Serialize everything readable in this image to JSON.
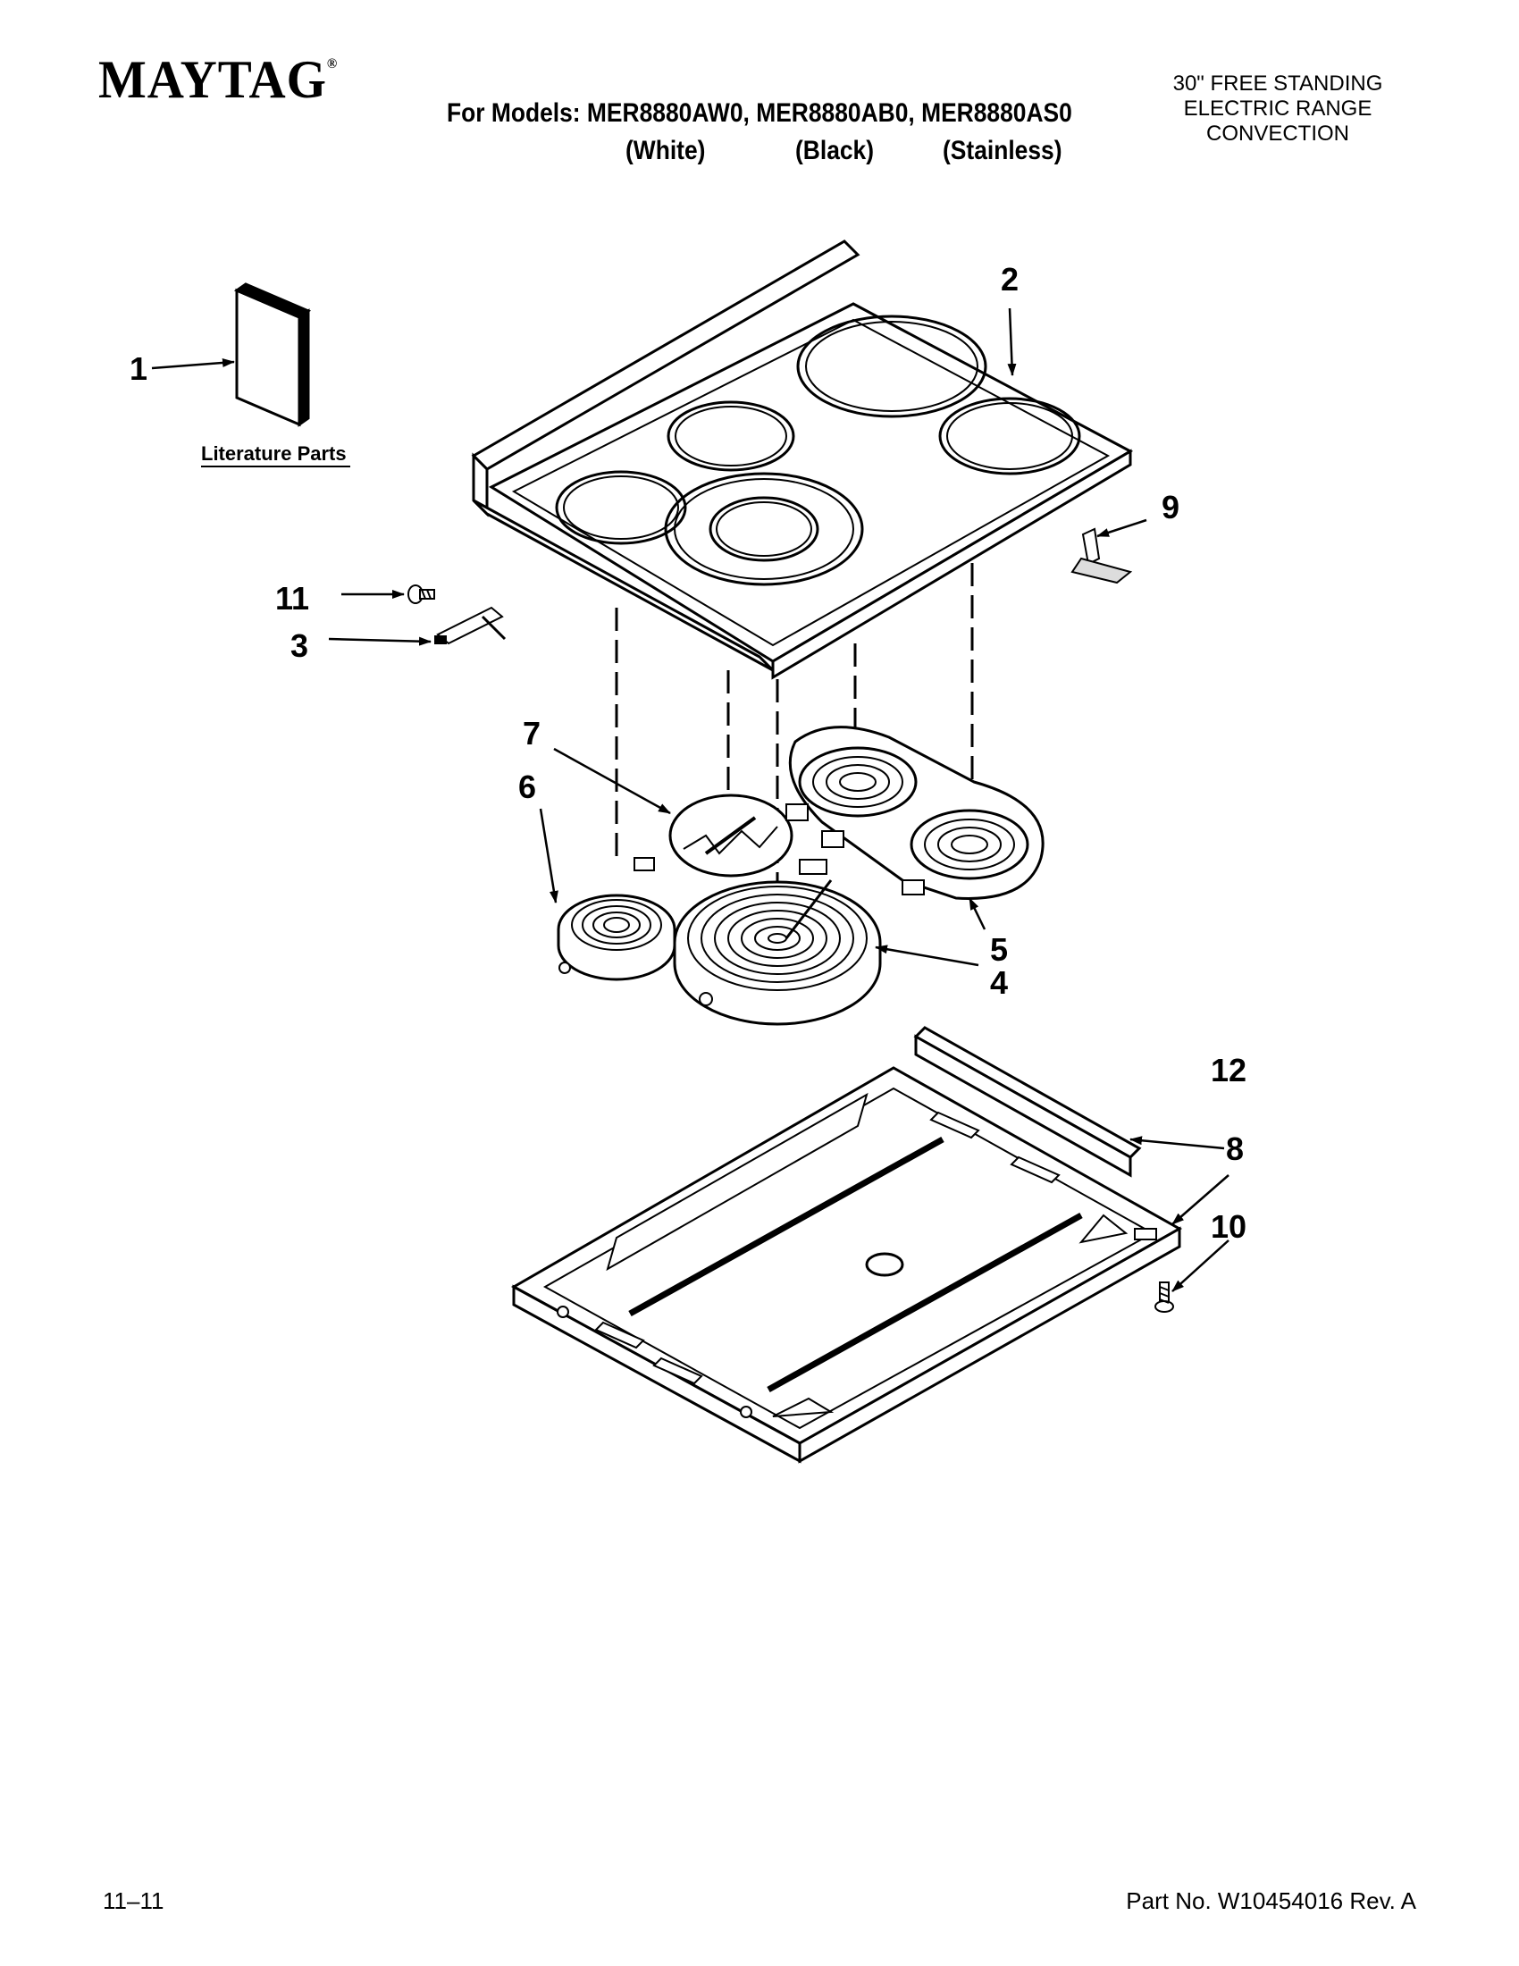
{
  "header": {
    "brand": "MAYTAG",
    "brand_mark": "®",
    "models_line": "For Models: MER8880AW0, MER8880AB0, MER8880AS0",
    "colors": [
      "(White)",
      "(Black)",
      "(Stainless)"
    ],
    "product_type": [
      "30\" FREE STANDING",
      "ELECTRIC RANGE",
      "CONVECTION"
    ]
  },
  "diagram": {
    "literature_label": "Literature Parts",
    "callouts": [
      "1",
      "2",
      "3",
      "4",
      "5",
      "6",
      "7",
      "8",
      "9",
      "10",
      "11",
      "12"
    ]
  },
  "footer": {
    "date_code": "11–11",
    "part_number": "Part No. W10454016 Rev. A"
  }
}
